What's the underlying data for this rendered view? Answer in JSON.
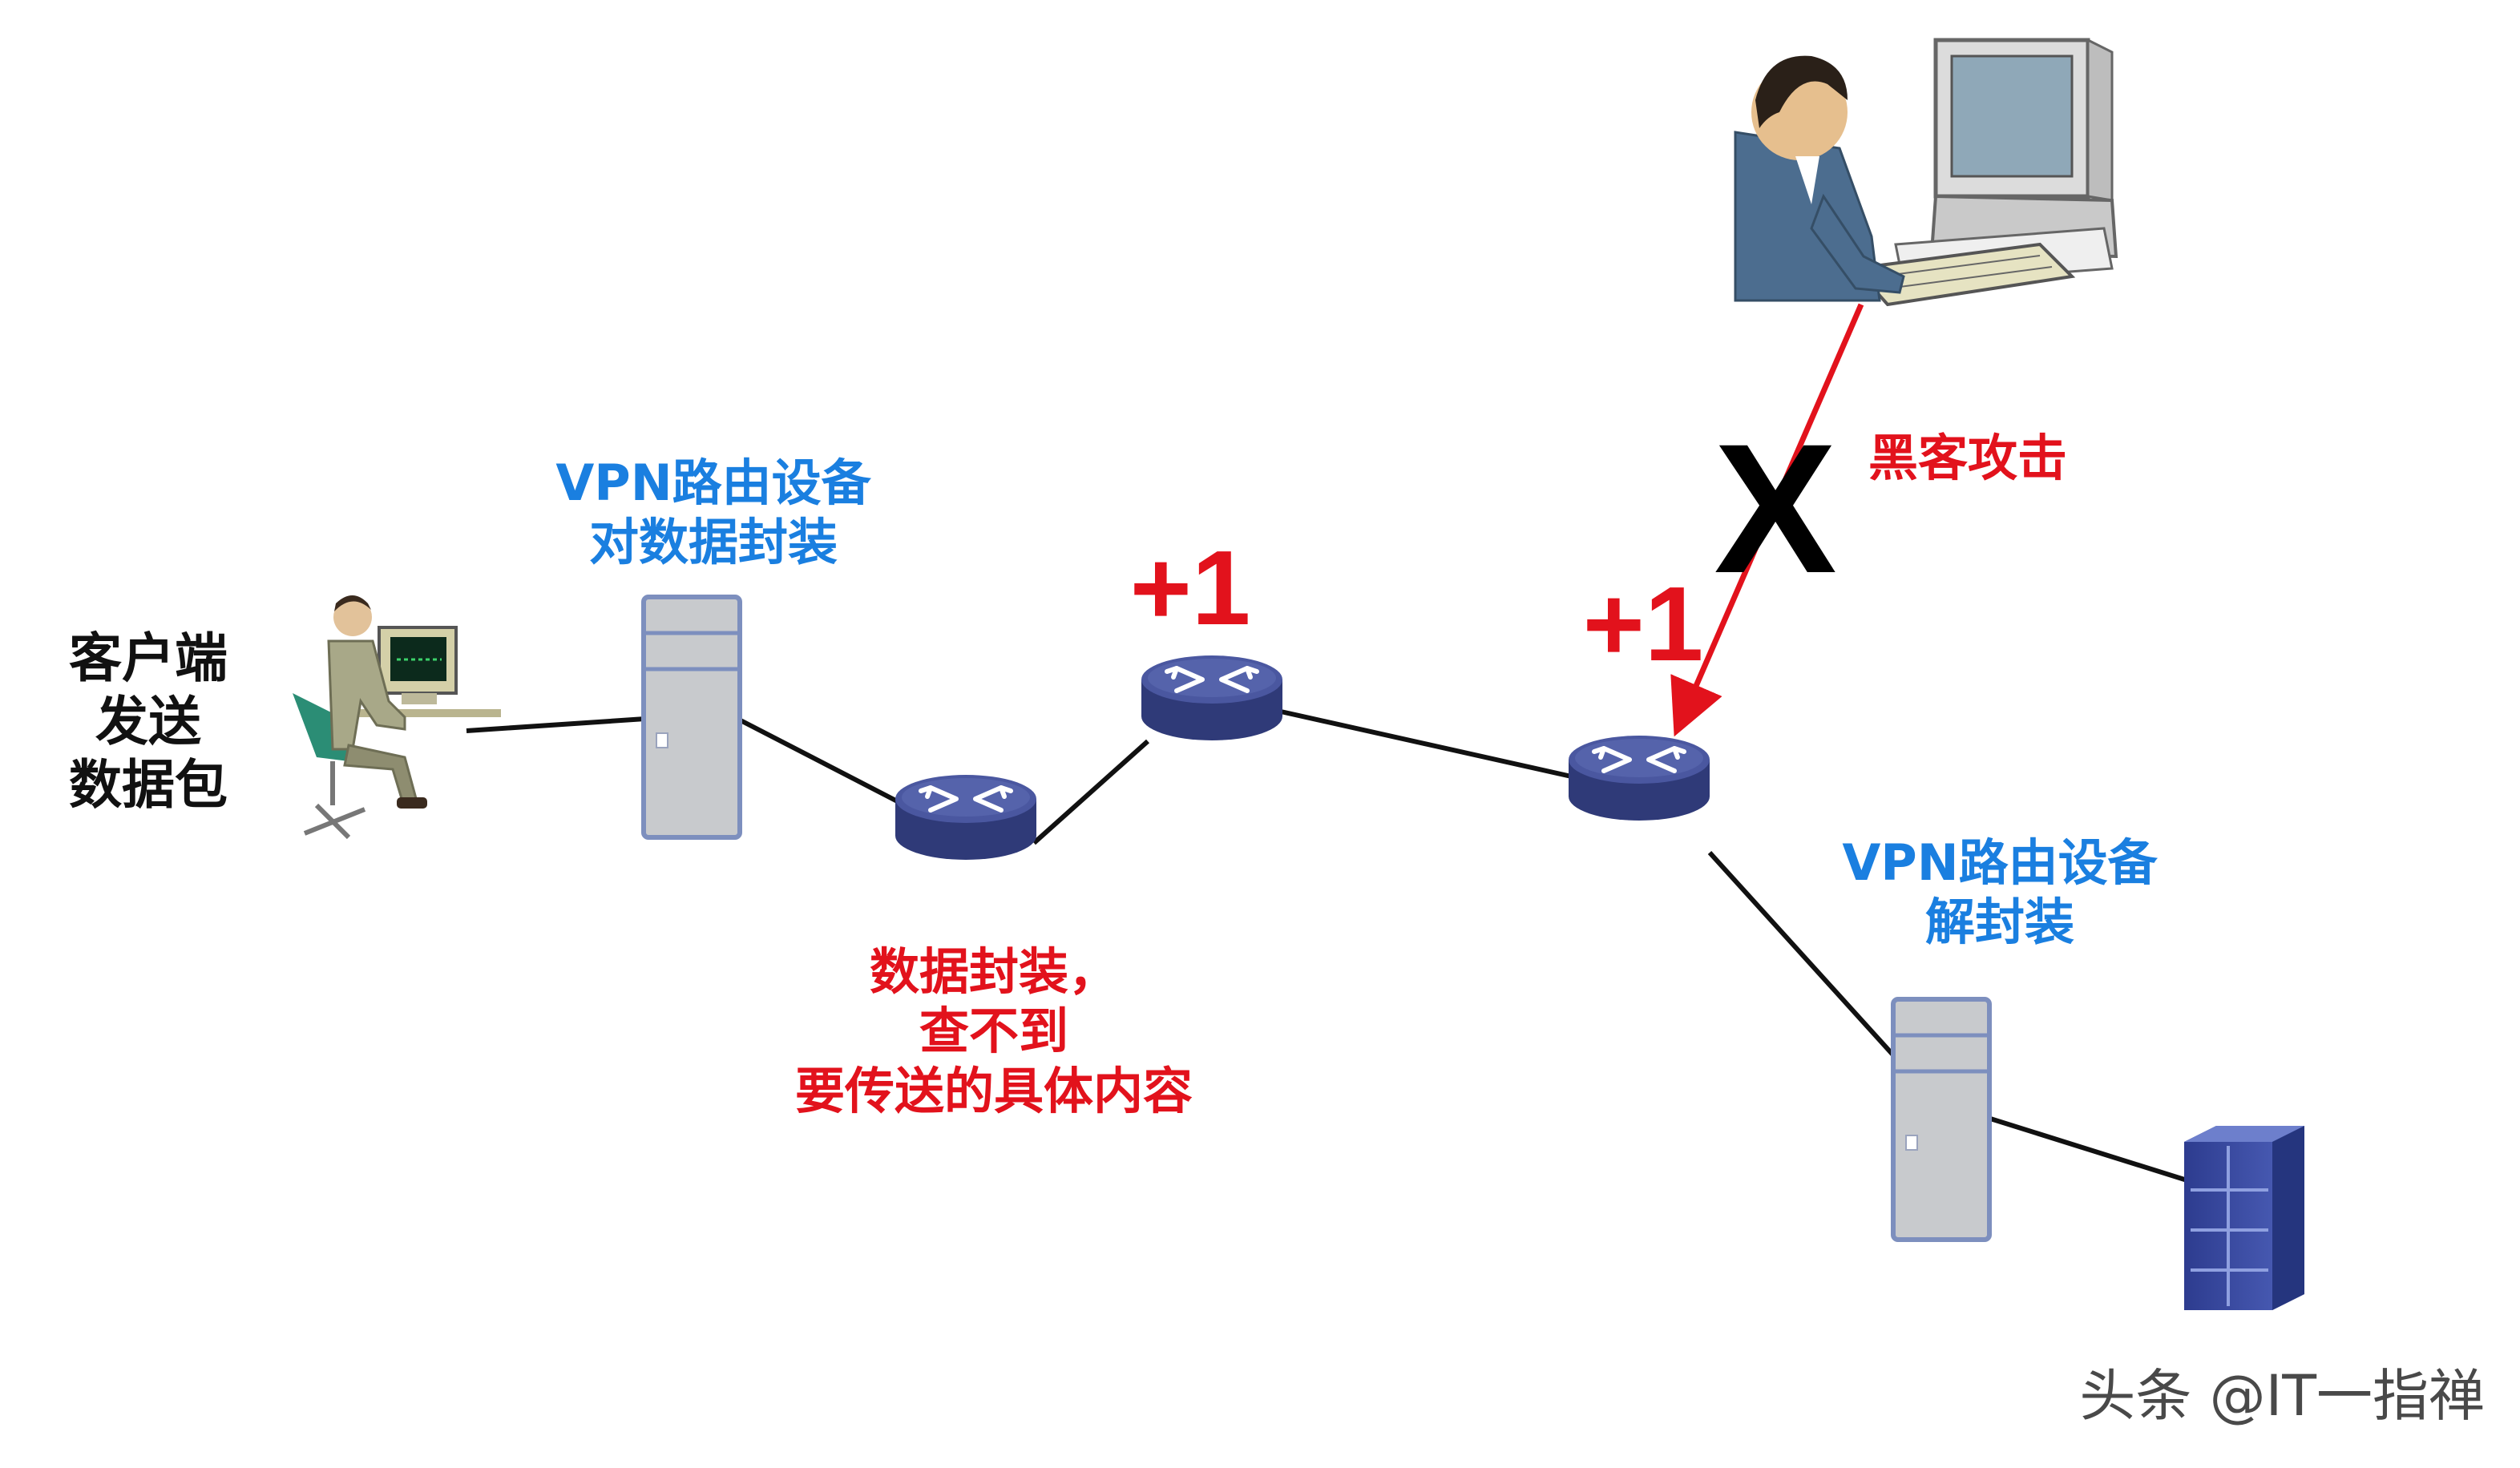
{
  "labels": {
    "client": [
      "客户端",
      "发送",
      "数据包"
    ],
    "vpn_left": [
      "VPN路由设备",
      "对数据封装"
    ],
    "encap_note": [
      "数据封装，",
      "查不到",
      "要传送的具体内容"
    ],
    "hop_left": "+1",
    "hop_right": "+1",
    "block_mark": "X",
    "hacker": "黑客攻击",
    "vpn_right": [
      "VPN路由设备",
      "解封装"
    ],
    "watermark": "头条 @IT一指禅"
  },
  "colors": {
    "blue_label": "#1a7fe0",
    "red_label": "#e2121c",
    "router_body": "#3e4b8c",
    "server_fill": "#c8cacd",
    "server_border": "#7d8fbe",
    "rack": "#33449a"
  },
  "icons": [
    "client-person-icon",
    "server-icon",
    "router-icon",
    "rack-server-icon",
    "hacker-person-icon"
  ]
}
